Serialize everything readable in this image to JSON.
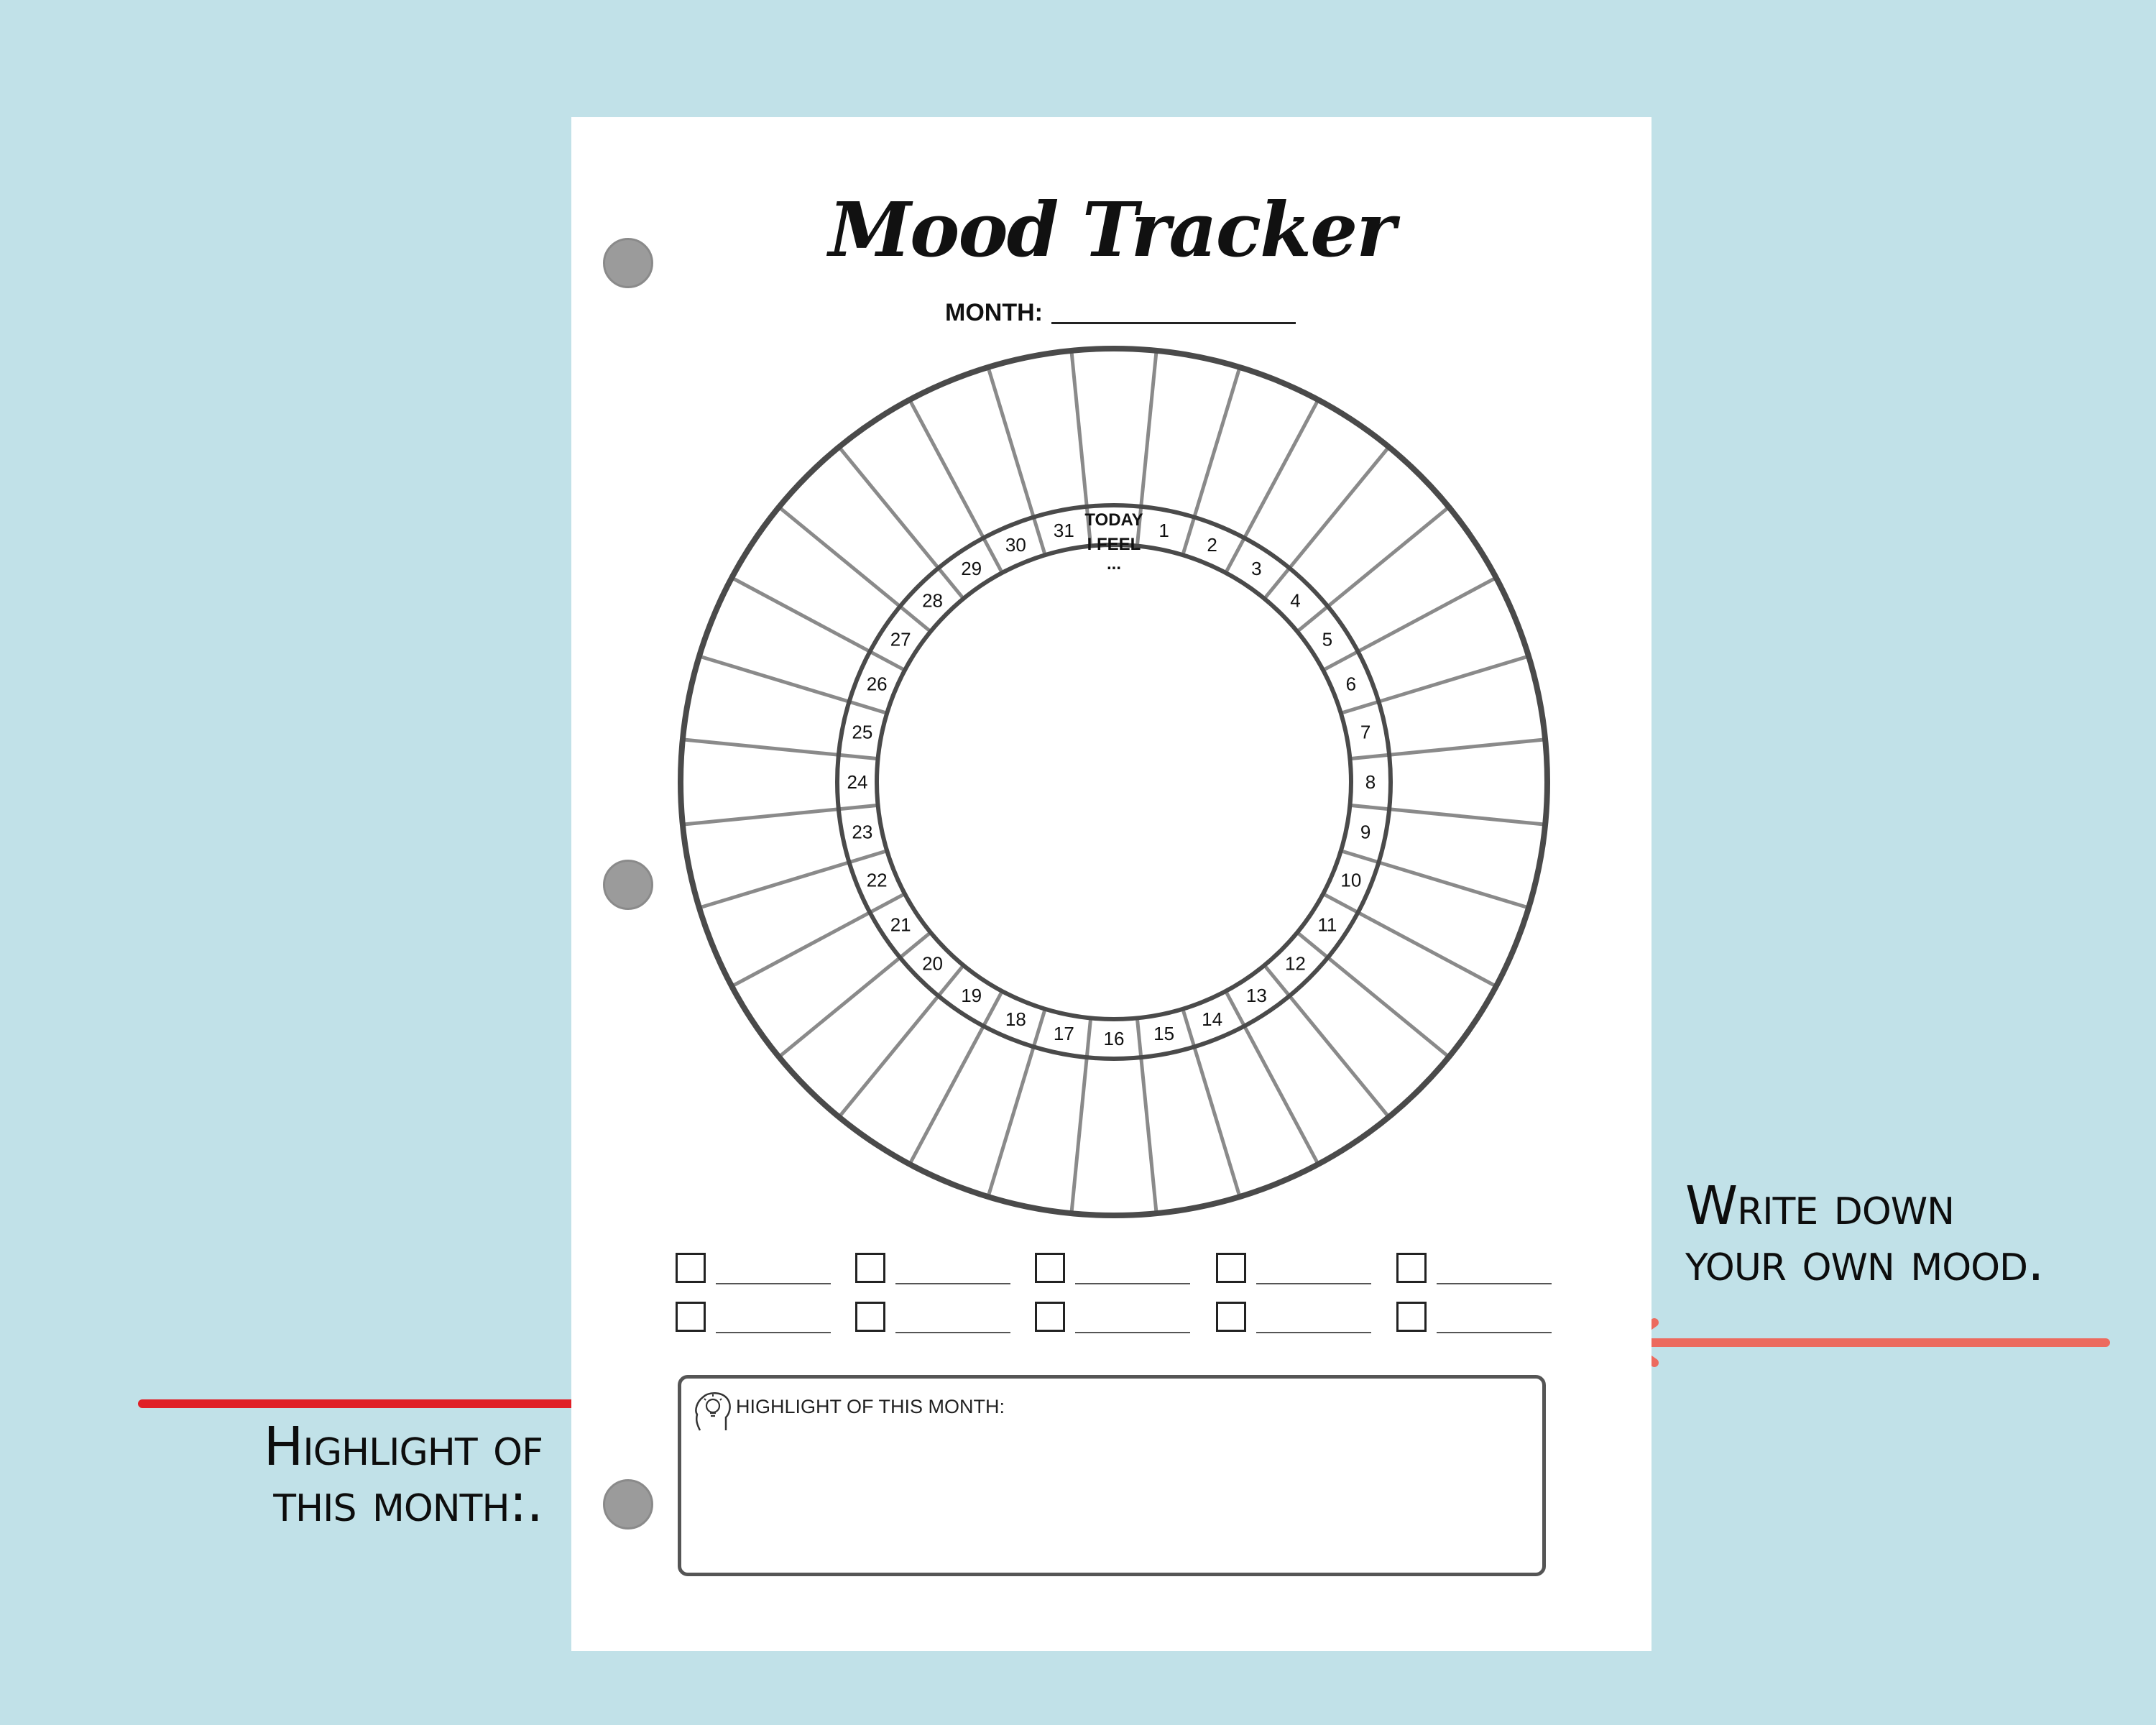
{
  "page": {
    "title": "Mood Tracker",
    "month_label": "MONTH:",
    "wheel_center_label": [
      "TODAY",
      "I FEEL",
      "..."
    ],
    "days": [
      "1",
      "2",
      "3",
      "4",
      "5",
      "6",
      "7",
      "8",
      "9",
      "10",
      "11",
      "12",
      "13",
      "14",
      "15",
      "16",
      "17",
      "18",
      "19",
      "20",
      "21",
      "22",
      "23",
      "24",
      "25",
      "26",
      "27",
      "28",
      "29",
      "30",
      "31"
    ],
    "highlight_label": "HIGHLIGHT OF THIS MONTH:"
  },
  "annotations": {
    "right_note_line1": "Write down",
    "right_note_line2": "your own mood.",
    "left_note_line1": "Highlight of",
    "left_note_line2": "this month:."
  },
  "colors": {
    "background": "#c1e1e8",
    "arrow_left": "#e01f26",
    "arrow_right": "#ec6a5e"
  }
}
